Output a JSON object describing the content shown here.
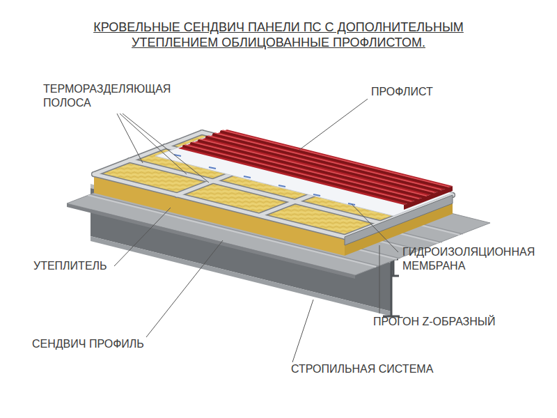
{
  "diagram": {
    "title": "КРОВЕЛЬНЫЕ СЕНДВИЧ ПАНЕЛИ ПС С ДОПОЛНИТЕЛЬНЫМ УТЕПЛЕНИЕМ ОБЛИЦОВАННЫЕ ПРОФЛИСТОМ.",
    "labels": [
      "ТЕРМОРАЗДЕЛЯЮЩАЯ ПОЛОСА",
      "ПРОФЛИСТ",
      "ГИДРОИЗОЛЯЦИОННАЯ МЕМБРАНА",
      "УТЕПЛИТЕЛЬ",
      "ПРОГОН Z-ОБРАЗНЫЙ",
      "СЕНДВИЧ ПРОФИЛЬ",
      "СТРОПИЛЬНАЯ СИСТЕМА"
    ]
  }
}
